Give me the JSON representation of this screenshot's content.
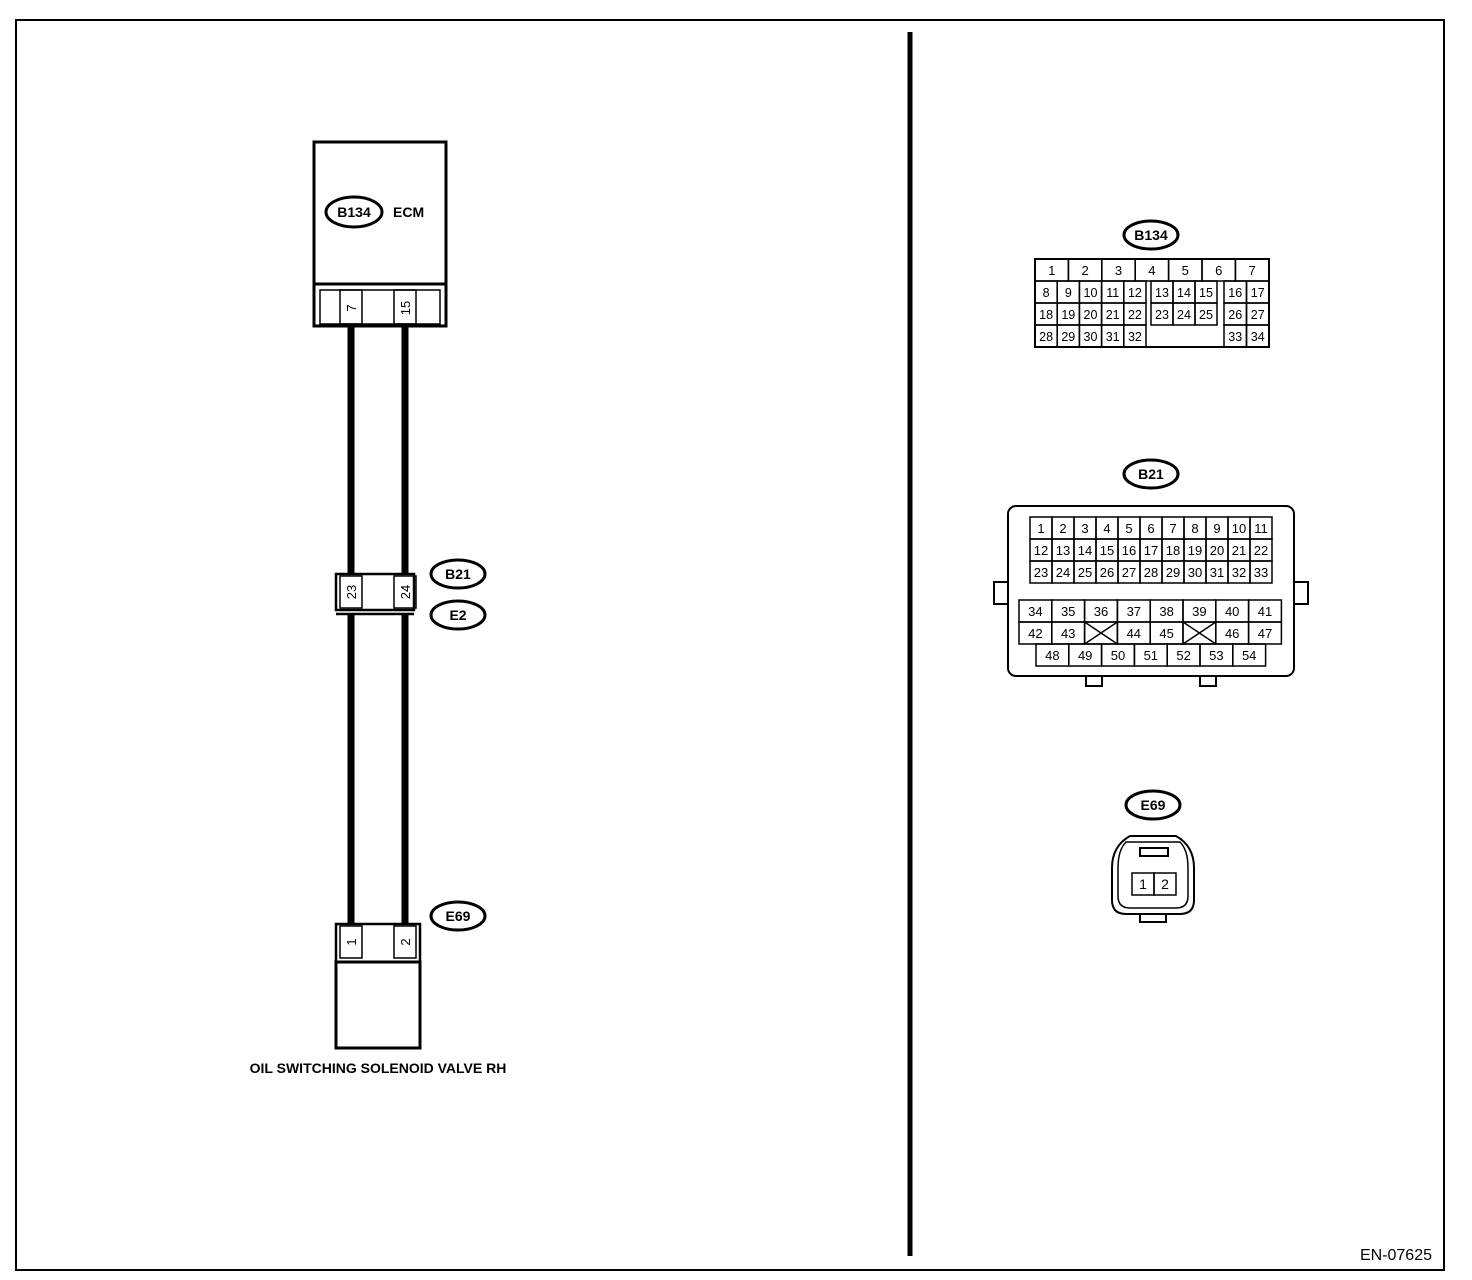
{
  "ecm": {
    "connector": "B134",
    "name": "ECM",
    "pins": [
      "7",
      "15"
    ]
  },
  "joint": {
    "connector_top": "B21",
    "connector_bottom": "E2",
    "pins": [
      "23",
      "24"
    ]
  },
  "valve": {
    "connector": "E69",
    "pins": [
      "1",
      "2"
    ],
    "name": "OIL SWITCHING SOLENOID VALVE RH"
  },
  "faces": {
    "b134": {
      "label": "B134",
      "rows": [
        [
          "1",
          "2",
          "3",
          "4",
          "5",
          "6",
          "7"
        ],
        [
          "8",
          "9",
          "10",
          "11",
          "12",
          "13",
          "14",
          "15",
          "16",
          "17"
        ],
        [
          "18",
          "19",
          "20",
          "21",
          "22",
          "23",
          "24",
          "25",
          "26",
          "27"
        ],
        [
          "28",
          "29",
          "30",
          "31",
          "32",
          "33",
          "34"
        ]
      ]
    },
    "b21": {
      "label": "B21",
      "rows": [
        [
          "1",
          "2",
          "3",
          "4",
          "5",
          "6",
          "7",
          "8",
          "9",
          "10",
          "11"
        ],
        [
          "12",
          "13",
          "14",
          "15",
          "16",
          "17",
          "18",
          "19",
          "20",
          "21",
          "22"
        ],
        [
          "23",
          "24",
          "25",
          "26",
          "27",
          "28",
          "29",
          "30",
          "31",
          "32",
          "33"
        ],
        [
          "34",
          "35",
          "36",
          "37",
          "38",
          "39",
          "40",
          "41"
        ],
        [
          "42",
          "43",
          "44",
          "45",
          "46",
          "47"
        ],
        [
          "48",
          "49",
          "50",
          "51",
          "52",
          "53",
          "54"
        ]
      ]
    },
    "e69": {
      "label": "E69",
      "pins": [
        "1",
        "2"
      ]
    }
  },
  "figure_id": "EN-07625"
}
